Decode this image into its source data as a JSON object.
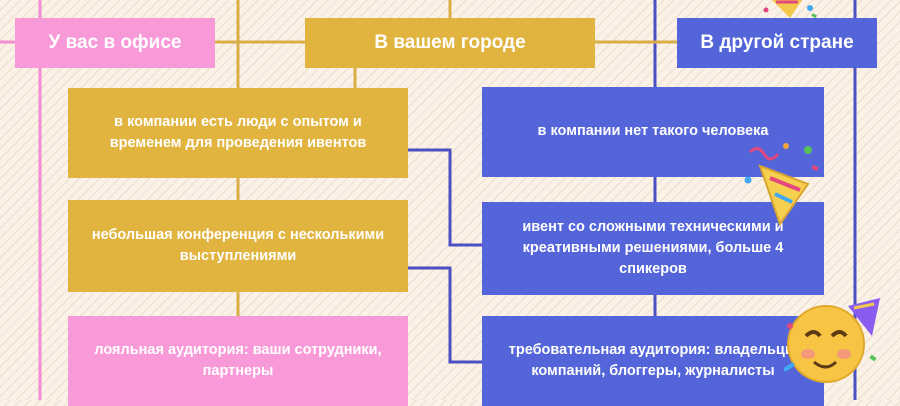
{
  "headers": {
    "office": "У вас в офисе",
    "city": "В вашем городе",
    "country": "В другой стране"
  },
  "cells": {
    "office_team": "в компании есть люди с опытом и временем для проведения ивентов",
    "office_event": "небольшая конференция с несколькими выступлениями",
    "office_audience": "лояльная аудитория: ваши сотрудники, партнеры",
    "country_team": "в компании нет такого человека",
    "country_event": "ивент со сложными техническими и креативными решениями, больше 4 спикеров",
    "country_audience": "требовательная аудитория: владельцы компаний, блоггеры, журналисты"
  },
  "colors": {
    "pink": "#f89ad8",
    "gold": "#e1b43f",
    "blue": "#5465d9",
    "line_pink": "#f48dd0",
    "line_gold": "#d8ad45",
    "line_blue": "#4b4fc4",
    "background": "#fbf1e6"
  },
  "decorations": [
    "party-popper-icon",
    "party-popper-icon",
    "partying-face-icon"
  ]
}
